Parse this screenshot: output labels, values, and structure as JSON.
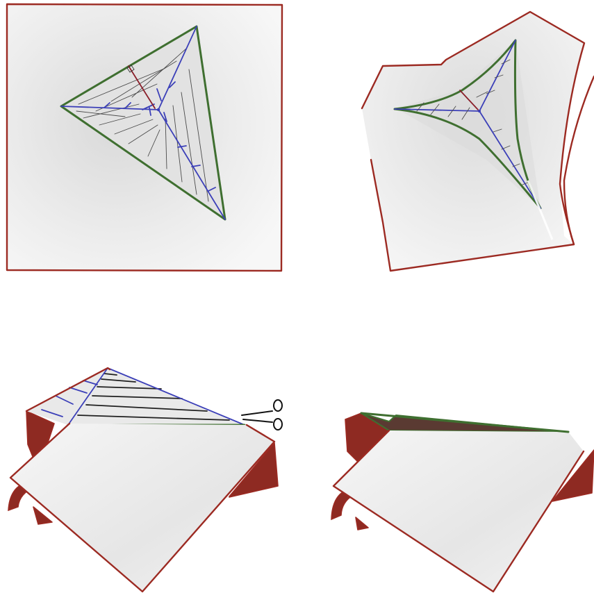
{
  "colors": {
    "paper_edge": "#9c2a22",
    "paper_fill": "#efefef",
    "fold_green": "#3f6f30",
    "crease_blue": "#3b3fb8",
    "height_mark": "#8a1f2a",
    "shadow_red": "#8e2a22",
    "flap_dark": "#5a3a32"
  },
  "panels": [
    {
      "name": "flat-square",
      "icon": "square-sheet-icon"
    },
    {
      "name": "raised-pyramid",
      "icon": "pyramid-fold-icon"
    },
    {
      "name": "cut-fold",
      "icon": "scissors-icon"
    },
    {
      "name": "flattened-fold",
      "icon": "flat-flap-icon"
    }
  ]
}
